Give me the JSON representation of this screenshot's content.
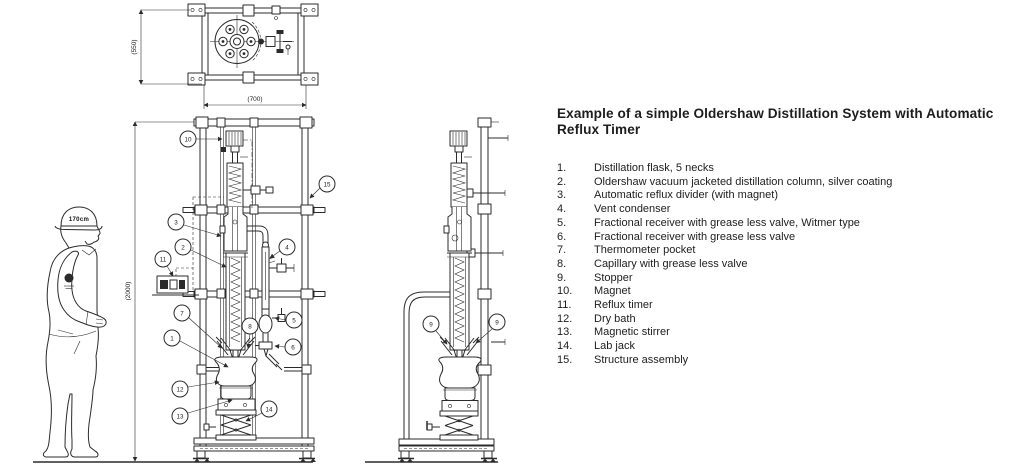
{
  "title": "Example of a simple Oldershaw Distillation System with Automatic Reflux Timer",
  "parts": [
    {
      "num": "1.",
      "label": "Distillation flask, 5 necks"
    },
    {
      "num": "2.",
      "label": "Oldershaw vacuum jacketed distillation column, silver coating"
    },
    {
      "num": "3.",
      "label": "Automatic reflux divider (with magnet)"
    },
    {
      "num": "4.",
      "label": "Vent condenser"
    },
    {
      "num": "5.",
      "label": "Fractional receiver with grease less valve, Witmer type"
    },
    {
      "num": "6.",
      "label": "Fractional receiver with grease less valve"
    },
    {
      "num": "7.",
      "label": "Thermometer pocket"
    },
    {
      "num": "8.",
      "label": "Capillary with grease less valve"
    },
    {
      "num": "9.",
      "label": "Stopper"
    },
    {
      "num": "10.",
      "label": "Magnet"
    },
    {
      "num": "11.",
      "label": "Reflux timer"
    },
    {
      "num": "12.",
      "label": "Dry bath"
    },
    {
      "num": "13.",
      "label": "Magnetic stirrer"
    },
    {
      "num": "14.",
      "label": "Lab jack"
    },
    {
      "num": "15.",
      "label": "Structure assembly"
    }
  ],
  "dimensions": {
    "top_depth": "(550)",
    "top_width": "(700)",
    "overall_height": "(2000)"
  },
  "person": {
    "height_label": "170cm"
  },
  "callouts": {
    "front": [
      "10",
      "15",
      "3",
      "2",
      "11",
      "4",
      "7",
      "1",
      "8",
      "5",
      "6",
      "12",
      "13",
      "14"
    ],
    "side": [
      "9",
      "9"
    ]
  },
  "colors": {
    "line": "#2b2b2b",
    "text": "#1d1d1d",
    "background": "#ffffff"
  }
}
